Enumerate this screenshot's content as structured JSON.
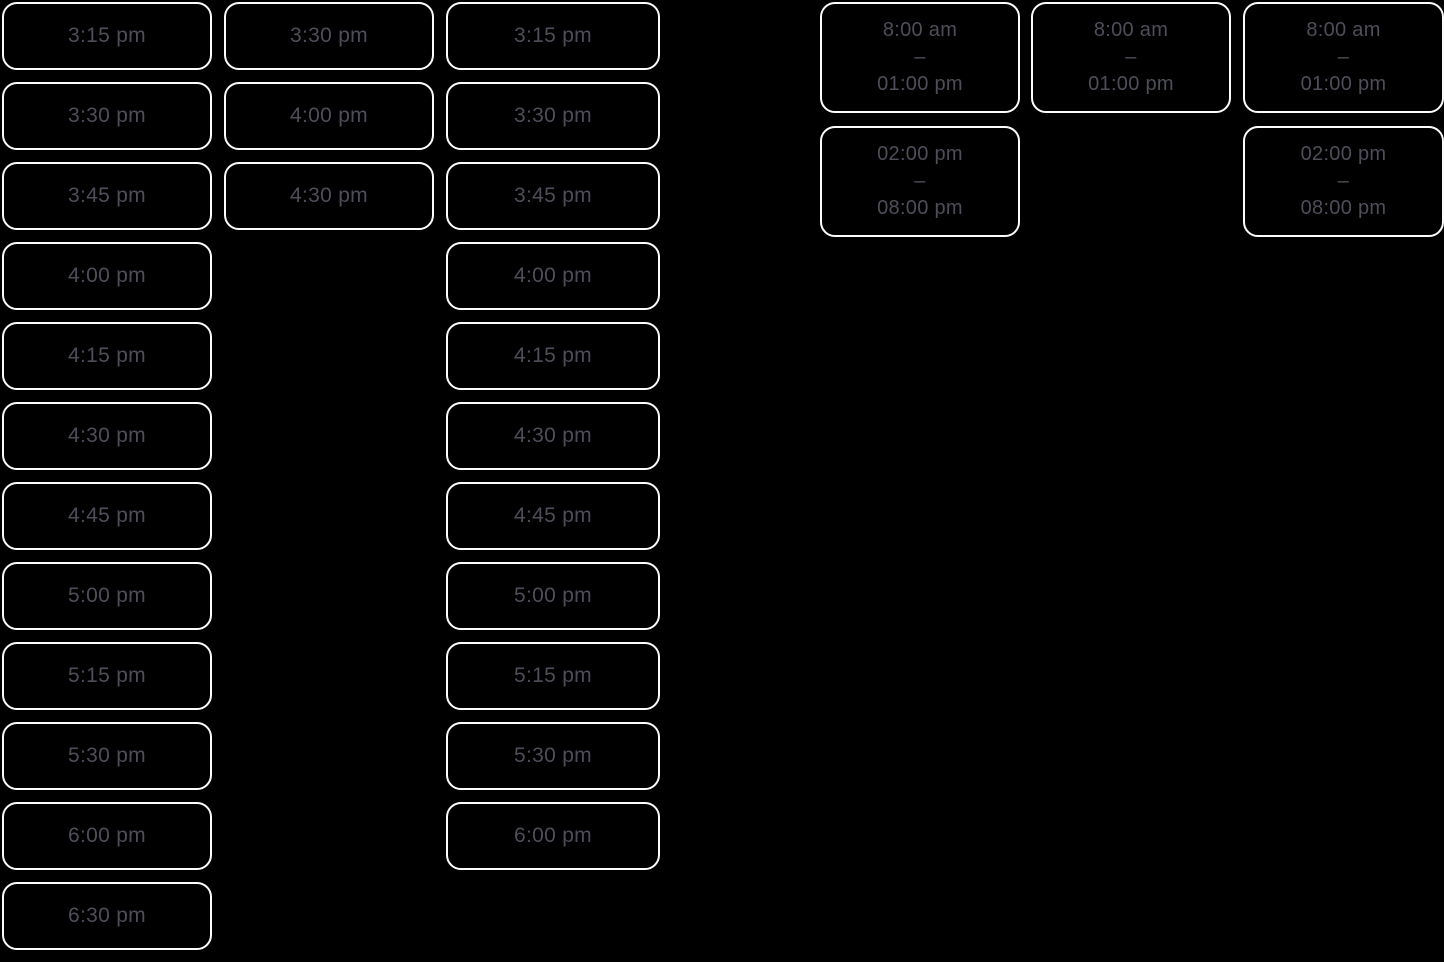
{
  "theme": {
    "background": "#000000",
    "button_fill": "#000000",
    "button_border": "#fcfcfc",
    "button_text": "#4e4e5a"
  },
  "slot_columns": [
    {
      "name": "column-1",
      "slots": [
        "3:15 pm",
        "3:30 pm",
        "3:45 pm",
        "4:00 pm",
        "4:15 pm",
        "4:30 pm",
        "4:45 pm",
        "5:00 pm",
        "5:15 pm",
        "5:30 pm",
        "6:00 pm",
        "6:30 pm"
      ]
    },
    {
      "name": "column-2",
      "slots": [
        "3:30 pm",
        "4:00 pm",
        "4:30 pm"
      ]
    },
    {
      "name": "column-3",
      "slots": [
        "3:15 pm",
        "3:30 pm",
        "3:45 pm",
        "4:00 pm",
        "4:15 pm",
        "4:30 pm",
        "4:45 pm",
        "5:00 pm",
        "5:15 pm",
        "5:30 pm",
        "6:00 pm"
      ]
    }
  ],
  "range_columns": [
    {
      "name": "column-4",
      "ranges": [
        {
          "start": "8:00 am",
          "separator": "–",
          "end": "01:00 pm"
        },
        {
          "start": "02:00 pm",
          "separator": "–",
          "end": "08:00 pm"
        }
      ]
    },
    {
      "name": "column-5",
      "ranges": [
        {
          "start": "8:00 am",
          "separator": "–",
          "end": "01:00 pm"
        }
      ]
    },
    {
      "name": "column-6",
      "ranges": [
        {
          "start": "8:00 am",
          "separator": "–",
          "end": "01:00 pm"
        },
        {
          "start": "02:00 pm",
          "separator": "–",
          "end": "08:00 pm"
        }
      ]
    }
  ]
}
